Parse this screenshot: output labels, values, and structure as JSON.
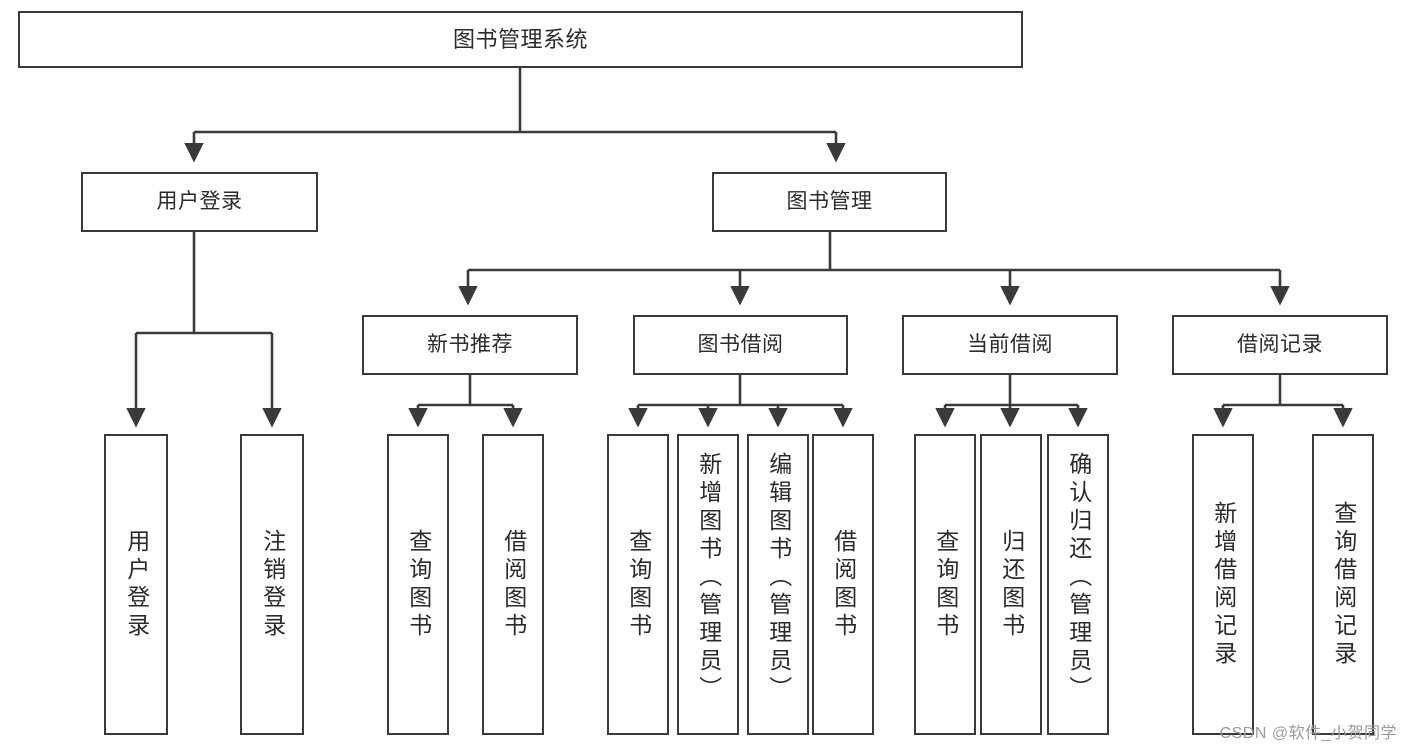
{
  "diagram": {
    "title": "图书管理系统",
    "type": "tree",
    "orientation": "top-down",
    "line_color": "#3a3a3a",
    "box_fill": "#ffffff",
    "text_color": "#2b2b2b",
    "background": "#ffffff"
  },
  "watermark": {
    "text": "CSDN @软件_小贺同学",
    "color": "#9a9a9a"
  },
  "nodes": {
    "root": {
      "label": "图书管理系统"
    },
    "level1": [
      {
        "label": "用户登录"
      },
      {
        "label": "图书管理"
      }
    ],
    "level2": [
      {
        "label": "新书推荐"
      },
      {
        "label": "图书借阅"
      },
      {
        "label": "当前借阅"
      },
      {
        "label": "借阅记录"
      }
    ],
    "leaves": {
      "user_login": [
        {
          "label": "用户登录"
        },
        {
          "label": "注销登录"
        }
      ],
      "new_book_rec": [
        {
          "label": "查询图书"
        },
        {
          "label": "借阅图书"
        }
      ],
      "book_borrow": [
        {
          "label": "查询图书"
        },
        {
          "label": "新增图书（管理员）"
        },
        {
          "label": "编辑图书（管理员）"
        },
        {
          "label": "借阅图书"
        }
      ],
      "current_borrow": [
        {
          "label": "查询图书"
        },
        {
          "label": "归还图书"
        },
        {
          "label": "确认归还（管理员）"
        }
      ],
      "borrow_record": [
        {
          "label": "新增借阅记录"
        },
        {
          "label": "查询借阅记录"
        }
      ]
    }
  },
  "chart_data": {
    "type": "table",
    "title": "图书管理系统 功能结构图",
    "tree": [
      {
        "name": "图书管理系统",
        "children": [
          {
            "name": "用户登录",
            "children": [
              {
                "name": "用户登录"
              },
              {
                "name": "注销登录"
              }
            ]
          },
          {
            "name": "图书管理",
            "children": [
              {
                "name": "新书推荐",
                "children": [
                  {
                    "name": "查询图书"
                  },
                  {
                    "name": "借阅图书"
                  }
                ]
              },
              {
                "name": "图书借阅",
                "children": [
                  {
                    "name": "查询图书"
                  },
                  {
                    "name": "新增图书（管理员）"
                  },
                  {
                    "name": "编辑图书（管理员）"
                  },
                  {
                    "name": "借阅图书"
                  }
                ]
              },
              {
                "name": "当前借阅",
                "children": [
                  {
                    "name": "查询图书"
                  },
                  {
                    "name": "归还图书"
                  },
                  {
                    "name": "确认归还（管理员）"
                  }
                ]
              },
              {
                "name": "借阅记录",
                "children": [
                  {
                    "name": "新增借阅记录"
                  },
                  {
                    "name": "查询借阅记录"
                  }
                ]
              }
            ]
          }
        ]
      }
    ]
  }
}
